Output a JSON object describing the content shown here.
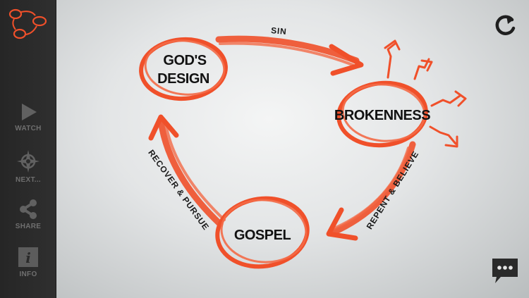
{
  "sidebar": {
    "items": [
      {
        "label": "WATCH",
        "icon": "play-icon"
      },
      {
        "label": "NEXT...",
        "icon": "compass-icon"
      },
      {
        "label": "SHARE",
        "icon": "share-icon"
      },
      {
        "label": "INFO",
        "icon": "info-icon"
      }
    ]
  },
  "diagram": {
    "nodes": {
      "gods_design_line1": "GOD'S",
      "gods_design_line2": "DESIGN",
      "brokenness": "BROKENNESS",
      "gospel": "GOSPEL"
    },
    "edges": {
      "sin": "SIN",
      "repent_believe": "REPENT & BELIEVE",
      "recover_pursue": "RECOVER & PURSUE"
    },
    "accent_color": "#f0502a"
  },
  "colors": {
    "sidebar_bg": "#2a2a2a",
    "sidebar_text": "#6f6f6f",
    "accent": "#f0502a",
    "canvas_bg": "#e3e5e6"
  }
}
